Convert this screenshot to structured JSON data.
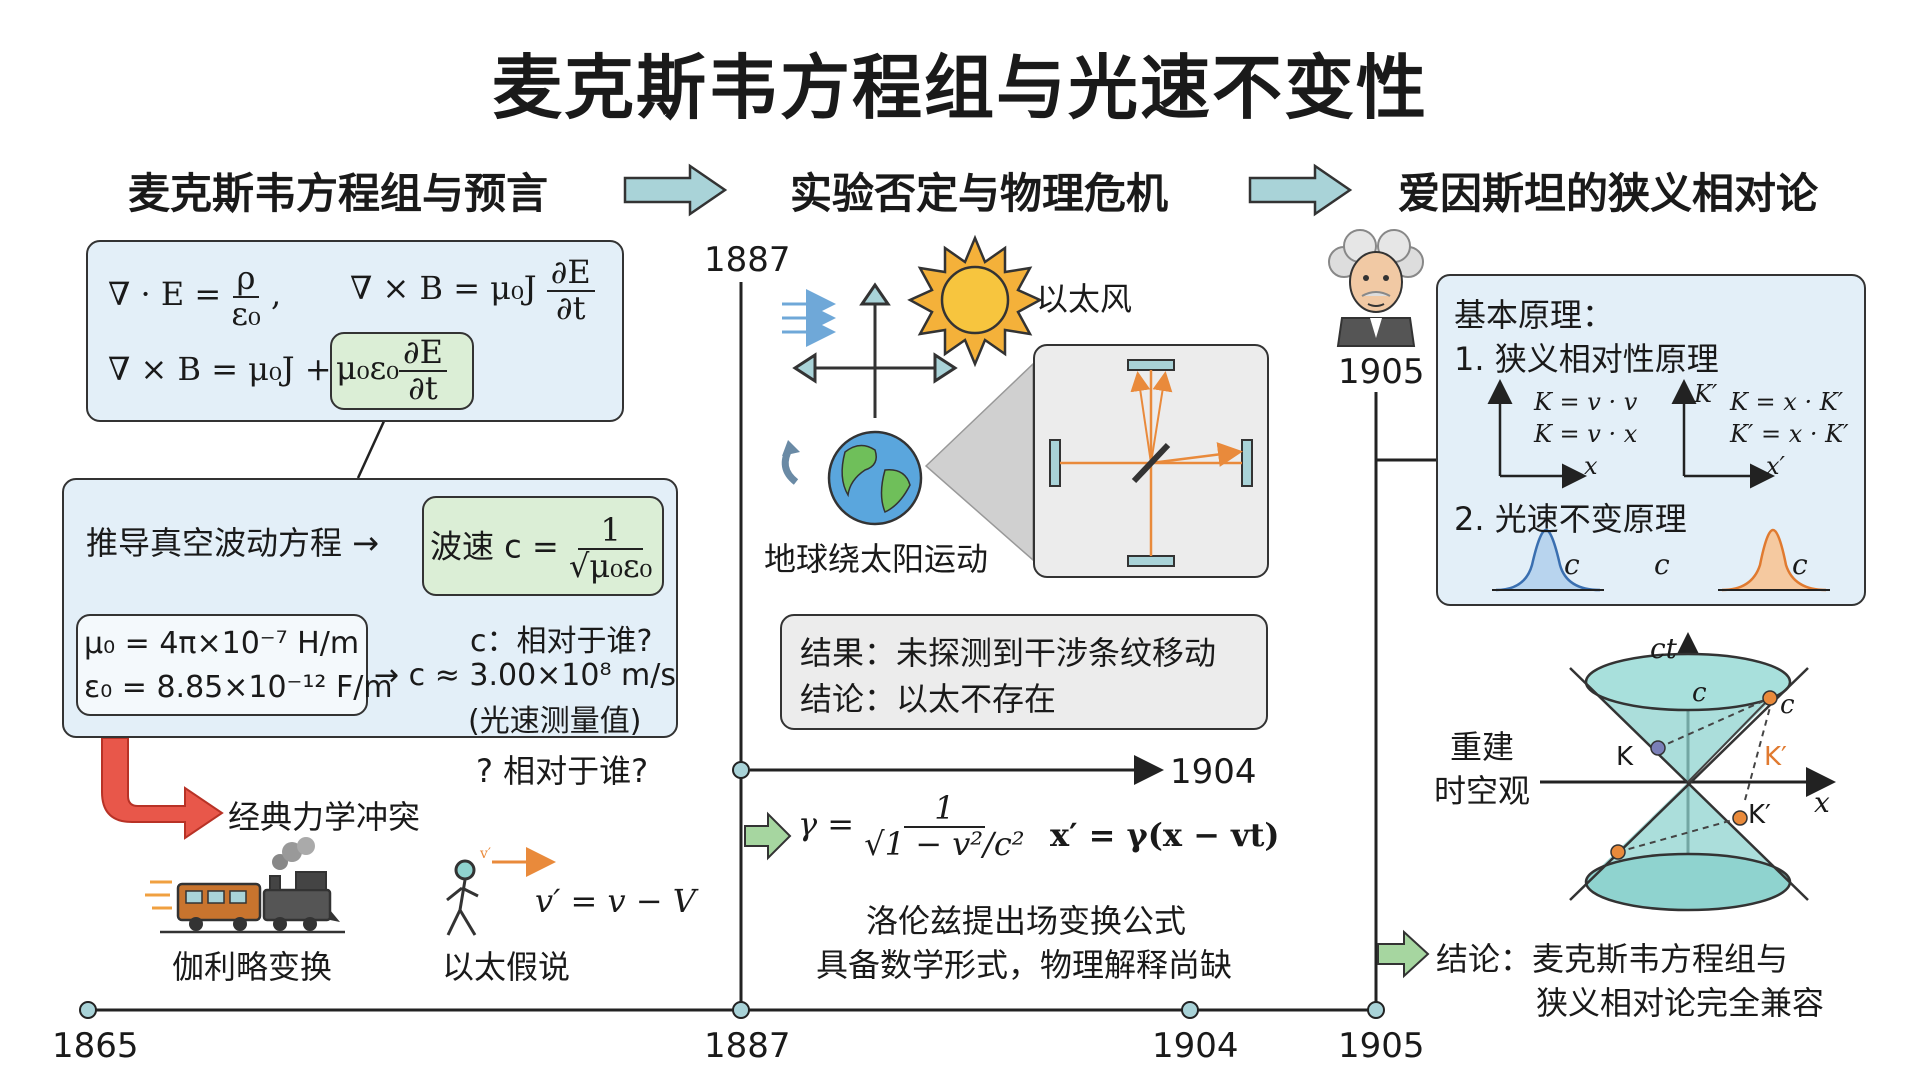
{
  "title": "麦克斯韦方程组与光速不变性",
  "sections": {
    "s1": "麦克斯韦方程组与预言",
    "s2": "实验否定与物理危机",
    "s3": "爱因斯坦的狭义相对论"
  },
  "col1": {
    "eq1_lhs": "∇ · E = ",
    "eq1_num": "ρ",
    "eq1_den": "ε₀",
    "eq1_comma": ",",
    "eq2_lhs": "∇ × B = μ₀J",
    "eq2_num": "∂E",
    "eq2_den": "∂t",
    "eq3_lhs": "∇ × B = μ₀J +",
    "eq3_term": "μ₀ε₀",
    "eq3_num": "∂E",
    "eq3_den": "∂t",
    "derive": "推导真空波动方程 →",
    "wave_label": "波速 c = ",
    "wave_num": "1",
    "wave_den": "√μ₀ε₀",
    "mu0": "μ₀ = 4π×10⁻⁷ H/m",
    "eps0": "ε₀ = 8.85×10⁻¹² F/m",
    "c_question": "c：相对于谁?",
    "c_value": "→ c ≈ 3.00×10⁸ m/s",
    "c_measured": "(光速测量值)",
    "question": "? 相对于谁?",
    "conflict": "经典力学冲突",
    "galileo": "伽利略变换",
    "ether": "以太假说",
    "vel_formula": "v′ = v − V",
    "vel_small": "v′"
  },
  "col2": {
    "ether_wind": "以太风",
    "earth_orbit": "地球绕太阳运动",
    "result": "结果：未探测到干涉条纹移动",
    "conclusion": "结论：以太不存在",
    "gamma_lhs": "γ = ",
    "gamma_num": "1",
    "gamma_den": "√1 − v²/c²",
    "xprime": "x′ = γ(x − vt)",
    "lorentz1": "洛伦兹提出场变换公式",
    "lorentz2": "具备数学形式，物理解释尚缺",
    "year_1887_top": "1887",
    "year_1904_mid": "1904"
  },
  "col3": {
    "year_1905_top": "1905",
    "basic": "基本原理：",
    "p1": "1. 狭义相对性原理",
    "f1": "K = v · v",
    "f2": "K = v · x",
    "f3": "K = x · K′",
    "f4": "K′ = x · K′",
    "axis_x": "x",
    "axis_xp": "x′",
    "axis_kp": "K′",
    "p2": "2. 光速不变原理",
    "c1": "c",
    "c2": "c",
    "c3": "c",
    "rebuild1": "重建",
    "rebuild2": "时空观",
    "ct": "ct",
    "x": "x",
    "K": "K",
    "Kp1": "K′",
    "Kp2": "K′",
    "cone_c1": "c",
    "cone_c2": "c",
    "final1": "结论：麦克斯韦方程组与",
    "final2": "狭义相对论完全兼容"
  },
  "timeline": {
    "years": [
      "1865",
      "1887",
      "1904",
      "1905"
    ]
  },
  "colors": {
    "blue_box": "#e3eff8",
    "green_box": "#dbeed6",
    "arrow_teal": "#a9d3d8",
    "arrow_green": "#a6d6a0",
    "red_arrow": "#e8574a",
    "orange": "#e98a3b",
    "cone": "#8fd3cf"
  }
}
